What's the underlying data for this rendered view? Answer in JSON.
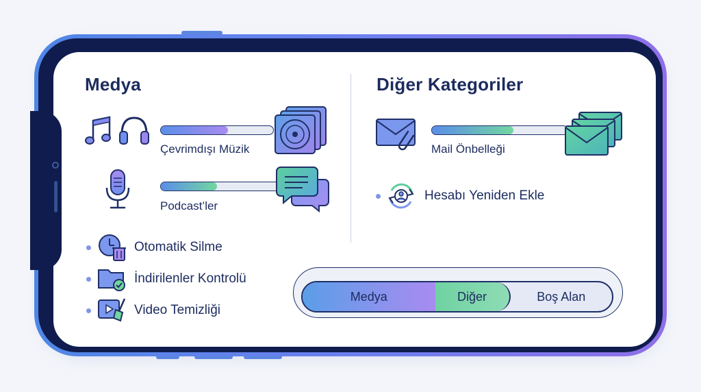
{
  "media": {
    "title": "Medya",
    "items": [
      {
        "label": "Çevrimdışı Müzik",
        "fill_percent": 60
      },
      {
        "label": "Podcast’ler",
        "fill_percent": 47
      }
    ],
    "actions": [
      {
        "label": "Otomatik Silme",
        "icon": "clock-trash-icon"
      },
      {
        "label": "İndirilenler Kontrolü",
        "icon": "folder-check-icon"
      },
      {
        "label": "Video Temizliği",
        "icon": "video-broom-icon"
      }
    ]
  },
  "other": {
    "title": "Diğer Kategoriler",
    "items": [
      {
        "label": "Mail Önbelleği",
        "fill_percent": 60
      }
    ],
    "actions": [
      {
        "label": "Hesabı Yeniden Ekle",
        "icon": "account-sync-icon"
      }
    ]
  },
  "storage": {
    "segments": [
      {
        "label": "Medya",
        "fraction": 0.43
      },
      {
        "label": "Diğer",
        "fraction": 0.24
      },
      {
        "label": "Boş Alan",
        "fraction": 0.33
      }
    ]
  },
  "colors": {
    "accent_blue": "#5b8ee8",
    "accent_purple": "#a98bf0",
    "accent_green": "#72d6a0",
    "dark_navy": "#0f1c4d"
  }
}
